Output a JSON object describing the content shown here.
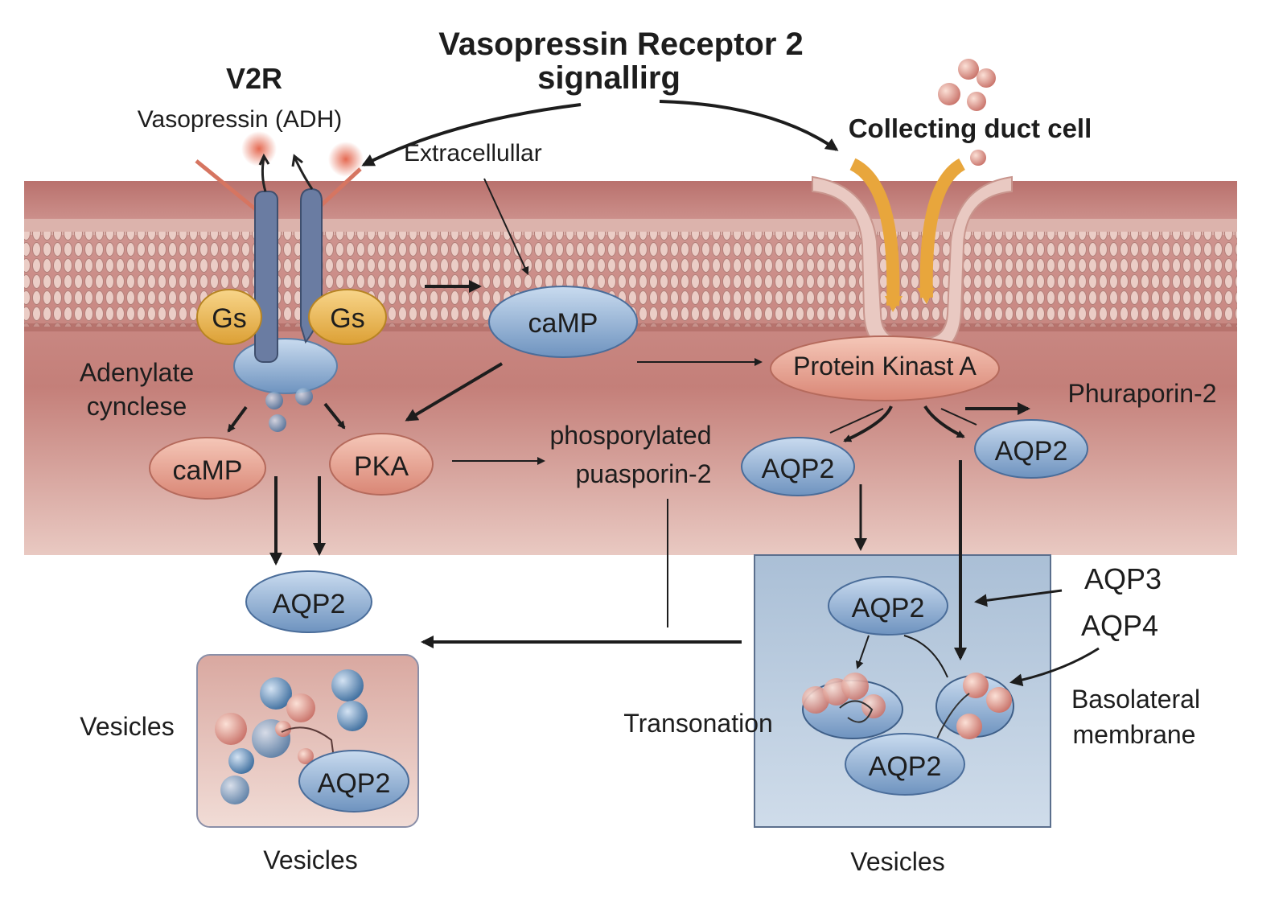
{
  "title": {
    "line1": "Vasopressin Receptor 2",
    "line2": "signallirg"
  },
  "labels": {
    "v2r": "V2R",
    "vasopressin": "Vasopressin (ADH)",
    "extracellular": "Extracellullar",
    "collecting_duct": "Collecting duct cell",
    "adenylate_line1": "Adenylate",
    "adenylate_line2": "cynclese",
    "phosporylated_line1": "phosporylated",
    "phosporylated_line2": "puasporin-2",
    "phuraporin": "Phuraporin-2",
    "aqp3": "AQP3",
    "aqp4": "AQP4",
    "basolateral_line1": "Basolateral",
    "basolateral_line2": "membrane",
    "transonation": "Transonation",
    "vesicles_left_side": "Vesicles",
    "vesicles_left_bottom": "Vesicles",
    "vesicles_right_bottom": "Vesicles"
  },
  "nodes": {
    "gs_left": "Gs",
    "gs_right": "Gs",
    "camp_top": "caMP",
    "camp_left": "caMP",
    "pka": "PKA",
    "protein_kinase": "Protein Kinast A",
    "aqp2_mid": "AQP2",
    "aqp2_right": "AQP2",
    "aqp2_left": "AQP2",
    "aqp2_vesicle": "AQP2",
    "aqp2_box_top": "AQP2",
    "aqp2_box_bottom": "AQP2"
  },
  "colors": {
    "membrane": "#c98b87",
    "lipid": "#e8c2bb",
    "blue_node": "#7d9fc6",
    "pink_node": "#df9a8c",
    "gs_node": "#e9b24a",
    "channel": "#e8a63c",
    "vesicle_box": "#b8c9dd"
  }
}
